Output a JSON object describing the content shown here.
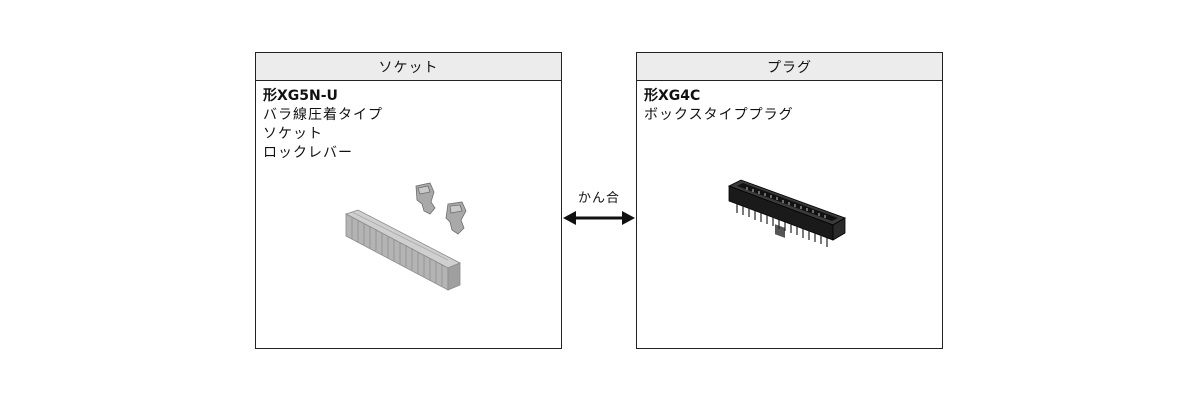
{
  "socket_panel": {
    "header": "ソケット",
    "model": "形XG5N-U",
    "description_lines": [
      "バラ線圧着タイプ",
      "ソケット",
      "ロックレバー"
    ],
    "image_icon": "socket-connector-with-lock-levers-icon"
  },
  "plug_panel": {
    "header": "プラグ",
    "model": "形XG4C",
    "description_lines": [
      "ボックスタイププラグ"
    ],
    "image_icon": "box-type-plug-connector-icon"
  },
  "mating": {
    "label": "かん合",
    "arrow_icon": "double-arrow-icon"
  },
  "colors": {
    "border": "#222222",
    "header_bg": "#ececec",
    "socket_gray": "#bdbdbd",
    "plug_black": "#1a1a1a"
  }
}
